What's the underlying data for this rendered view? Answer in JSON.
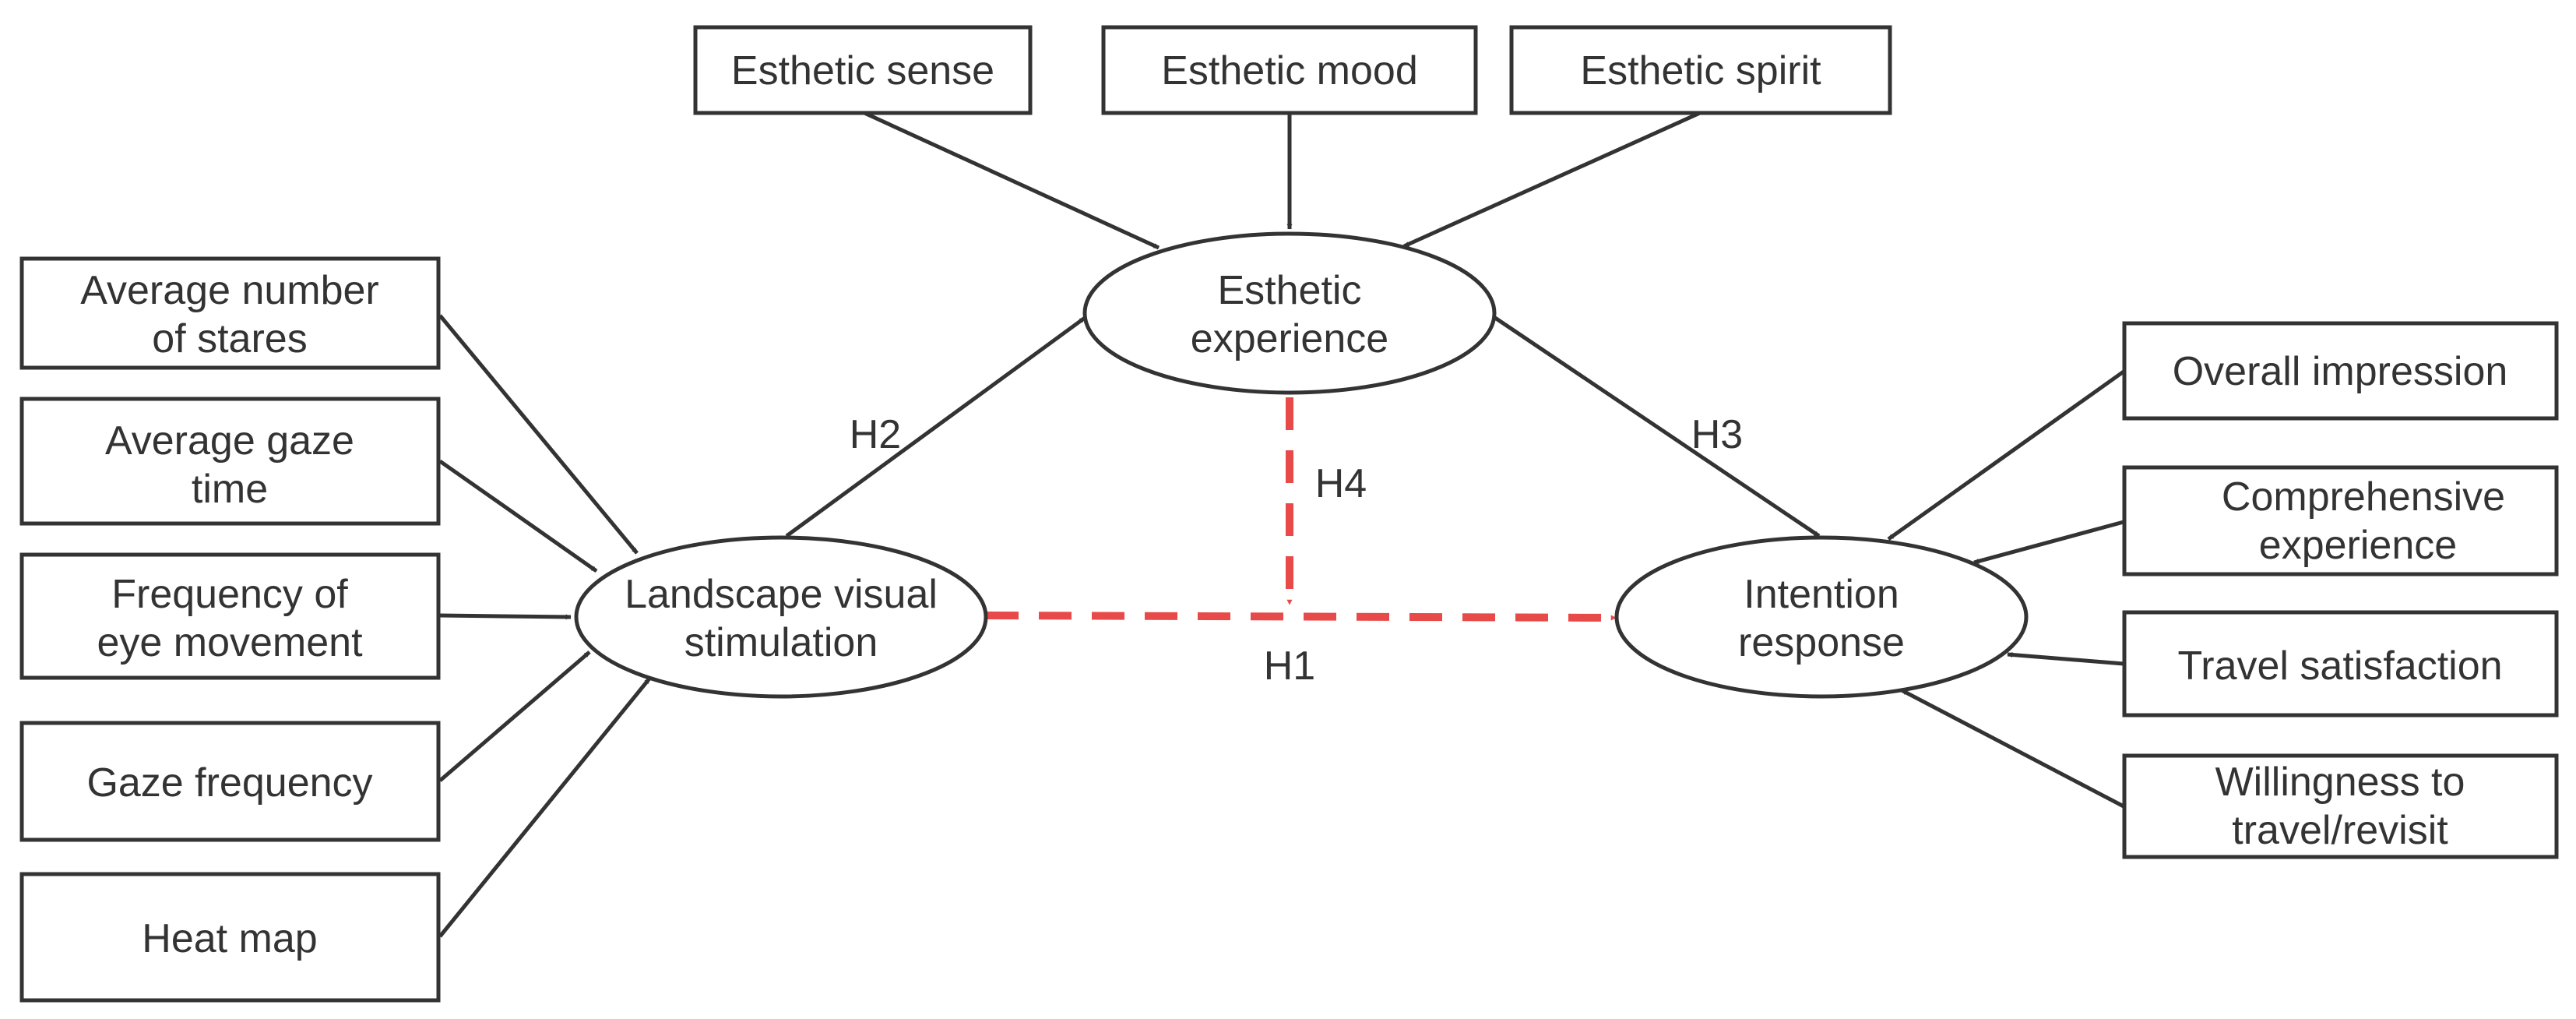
{
  "colors": {
    "stroke": "#333333",
    "highlight": "#e84a4a"
  },
  "top_nodes": {
    "sense": "Esthetic sense",
    "mood": "Esthetic mood",
    "spirit": "Esthetic spirit"
  },
  "left_nodes": {
    "stares": [
      "Average number",
      "of stares"
    ],
    "gaze_time": [
      "Average gaze",
      "time"
    ],
    "eye_movement": [
      "Frequency of",
      "eye movement"
    ],
    "gaze_frequency": "Gaze frequency",
    "heat_map": "Heat map"
  },
  "right_nodes": {
    "impression": "Overall impression",
    "experience": [
      "Comprehensive",
      "experience"
    ],
    "satisfaction": "Travel satisfaction",
    "willingness": [
      "Willingness to",
      "travel/revisit"
    ]
  },
  "constructs": {
    "esthetic": [
      "Esthetic",
      "experience"
    ],
    "landscape": [
      "Landscape visual",
      "stimulation"
    ],
    "intention": [
      "Intention",
      "response"
    ]
  },
  "hypotheses": {
    "h1": "H1",
    "h2": "H2",
    "h3": "H3",
    "h4": "H4"
  }
}
